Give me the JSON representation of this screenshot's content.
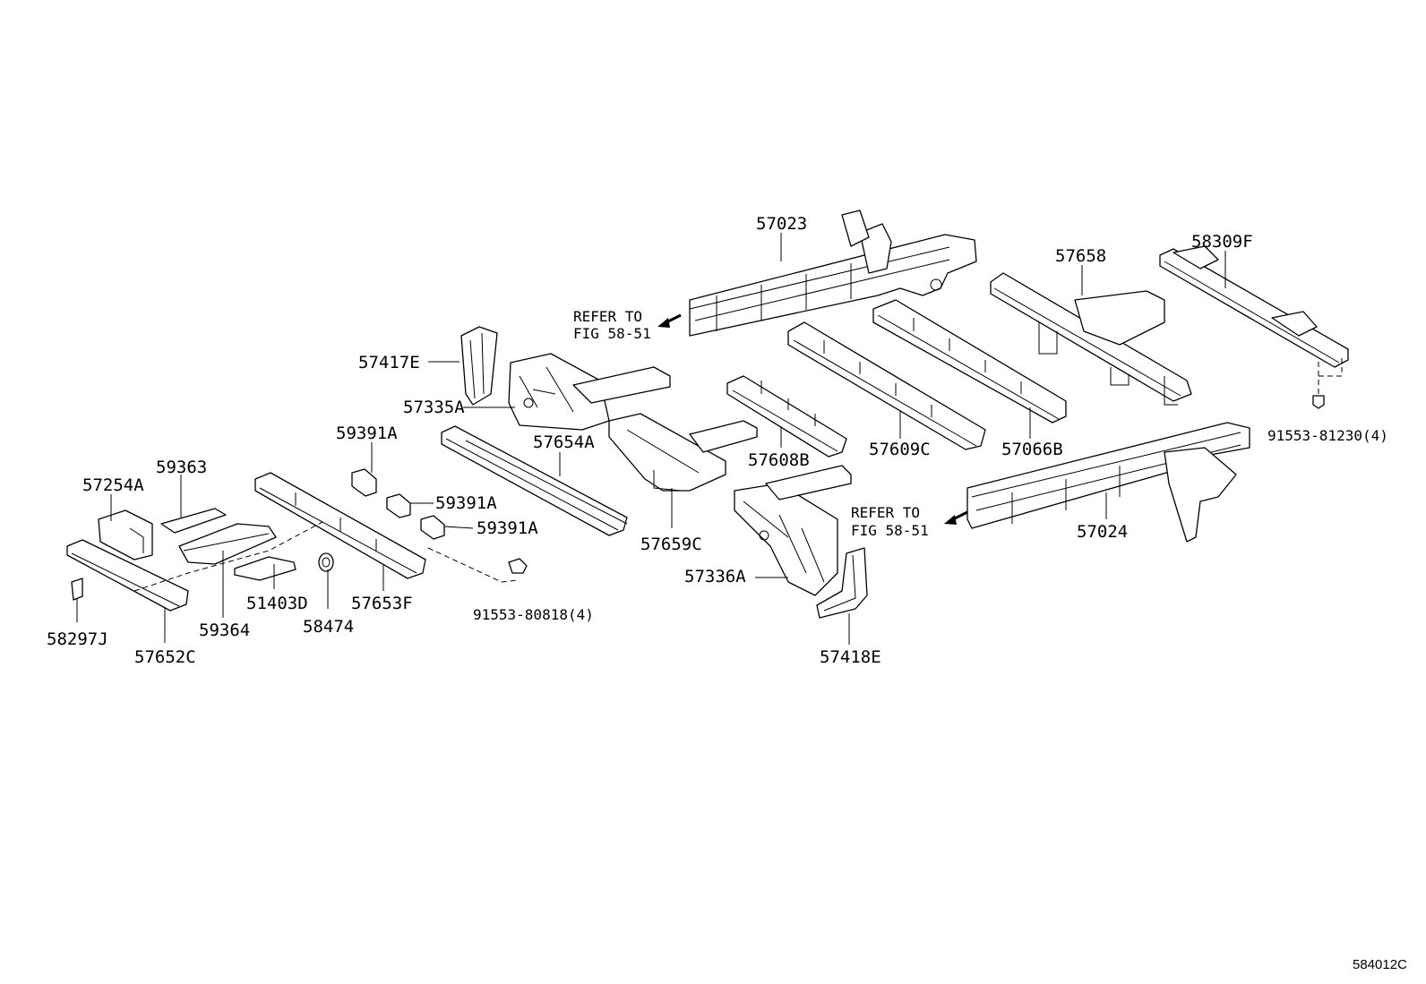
{
  "labels": {
    "p57023": "57023",
    "p57658": "57658",
    "p58309F": "58309F",
    "p57417E": "57417E",
    "p57335A": "57335A",
    "p59391A_1": "59391A",
    "p59391A_2": "59391A",
    "p59391A_3": "59391A",
    "p57654A": "57654A",
    "p59363": "59363",
    "p57254A": "57254A",
    "p57608B": "57608B",
    "p57609C": "57609C",
    "p57066B": "57066B",
    "p91553_81230": "91553-81230(4)",
    "p57659C": "57659C",
    "p57024": "57024",
    "p57336A": "57336A",
    "p51403D": "51403D",
    "p57653F": "57653F",
    "p58474": "58474",
    "p59364": "59364",
    "p91553_80818": "91553-80818(4)",
    "p58297J": "58297J",
    "p57652C": "57652C",
    "p57418E": "57418E"
  },
  "refer_notes": [
    {
      "line1": "REFER TO",
      "line2": "FIG 58-51"
    },
    {
      "line1": "REFER TO",
      "line2": "FIG 58-51"
    }
  ],
  "diagram_code": "584012C"
}
